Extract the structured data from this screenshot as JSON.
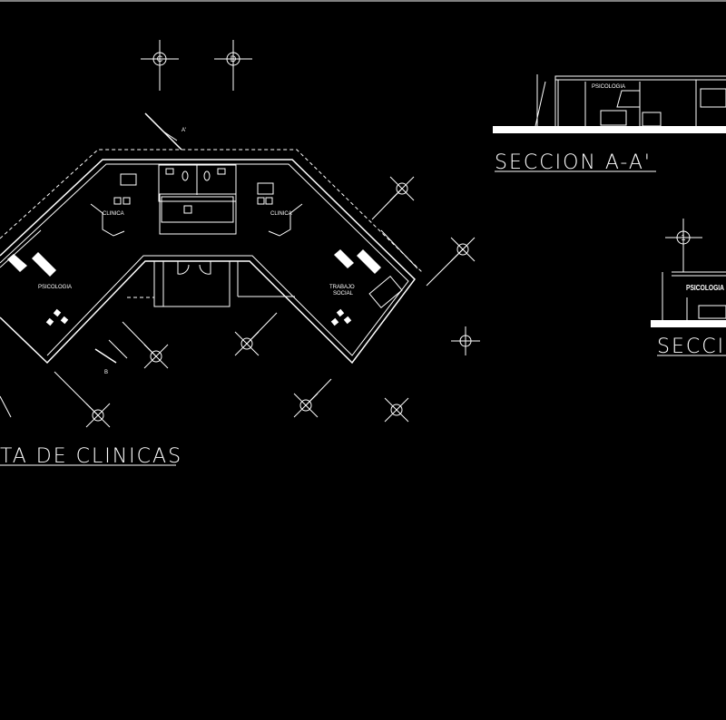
{
  "drawing": {
    "plan": {
      "title": "TA DE CLINICAS",
      "rooms": {
        "clinica_left": "CLINICA",
        "clinica_right": "CLINICA",
        "psicologia": "PSICOLOGIA",
        "trabajo_social_1": "TRABAJO",
        "trabajo_social_2": "SOCIAL"
      },
      "grid_labels": {
        "c": "C",
        "d": "D"
      },
      "section_marks": {
        "a": "A'",
        "b": "B"
      }
    },
    "section_aa": {
      "title": "SECCION A-A'",
      "room_label": "PSICOLOGIA"
    },
    "section_2": {
      "title": "SECCIO",
      "grid_label": "1",
      "room_label": "PSICOLOGIA"
    },
    "colors": {
      "background": "#000000",
      "lines": "#ffffff"
    }
  }
}
